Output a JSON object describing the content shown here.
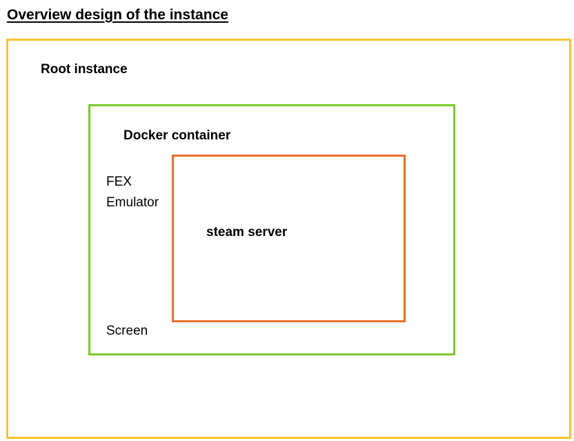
{
  "title": "Overview design of the instance",
  "boxes": {
    "root": {
      "label": "Root instance",
      "color": "#FCC32E"
    },
    "docker": {
      "label": "Docker container",
      "color": "#7CC82A"
    },
    "steam": {
      "label": "steam server",
      "color": "#EC6C2A"
    }
  },
  "side_labels": {
    "fex_line1": "FEX",
    "fex_line2": "Emulator",
    "screen": "Screen"
  }
}
